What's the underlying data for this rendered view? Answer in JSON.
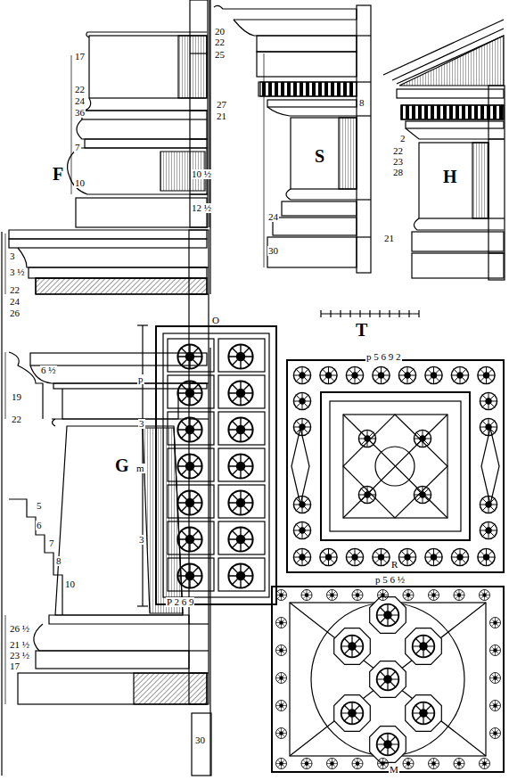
{
  "diagram": {
    "labels": [
      "F",
      "G",
      "S",
      "H",
      "T",
      "O",
      "P 2 6 9",
      "R",
      "M",
      "p 5 6 9 2",
      "p 5 6 ½",
      "p",
      "3",
      "m",
      "3",
      "17",
      "22",
      "24",
      "36",
      "7",
      "10",
      "10 ½",
      "12 ½",
      "3",
      "3 ½",
      "22",
      "24",
      "26",
      "6 ½",
      "19",
      "22",
      "5",
      "6",
      "7",
      "8",
      "10",
      "26 ½",
      "21 ½",
      "23 ½",
      "17",
      "30",
      "20",
      "22",
      "25",
      "27",
      "21",
      "24",
      "30",
      "8",
      "2",
      "22",
      "23",
      "28",
      "21"
    ]
  }
}
